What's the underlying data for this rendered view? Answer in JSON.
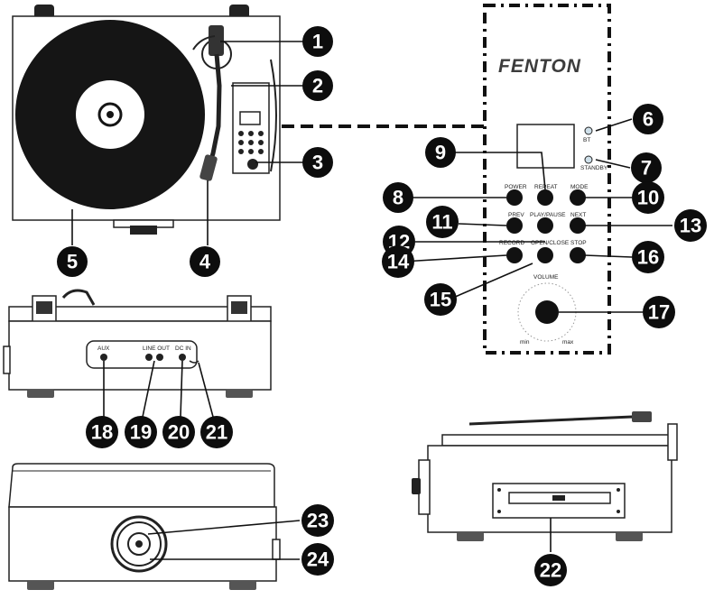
{
  "brand": "FENTON",
  "panel_labels": {
    "bt": "BT",
    "standby": "STANDBY",
    "power": "POWER",
    "repeat": "REPEAT",
    "mode": "MODE",
    "prev": "PREV",
    "next": "NEXT",
    "play_pause": "PLAY/PAUSE",
    "stop": "STOP",
    "open_close": "OPEN/CLOSE",
    "record": "RECORD",
    "volume": "VOLUME",
    "min": "min",
    "max": "max"
  },
  "rear_labels": {
    "aux": "AUX",
    "line_out": "LINE OUT",
    "dc_in": "DC IN"
  },
  "callouts": [
    "1",
    "2",
    "3",
    "4",
    "5",
    "6",
    "7",
    "8",
    "9",
    "10",
    "11",
    "12",
    "13",
    "14",
    "15",
    "16",
    "17",
    "18",
    "19",
    "20",
    "21",
    "22",
    "23",
    "24"
  ]
}
